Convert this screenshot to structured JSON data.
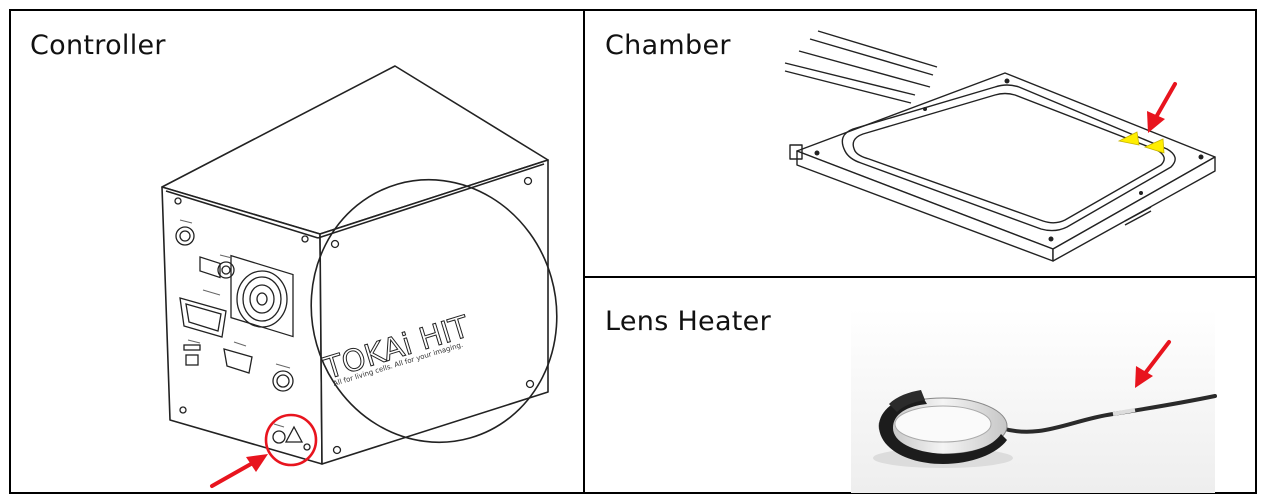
{
  "cells": {
    "controller": {
      "title": "Controller",
      "brand": "TOKAi HIT",
      "tagline": "All for living cells. All for your imaging."
    },
    "chamber": {
      "title": "Chamber"
    },
    "lens_heater": {
      "title": "Lens Heater"
    }
  },
  "colors": {
    "border": "#000000",
    "arrow": "#e8141e",
    "highlight_circle": "#e8141e",
    "indicator_triangles": "#ffee00",
    "heater_band": "#1c1c1c"
  },
  "icons": [
    "arrow-pointer-icon",
    "highlight-circle",
    "warning-triangle-icon"
  ]
}
